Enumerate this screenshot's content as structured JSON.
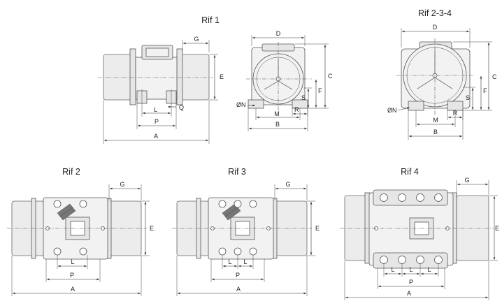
{
  "titles": {
    "rif1": "Rif 1",
    "rif234": "Rif 2-3-4",
    "rif2": "Rif 2",
    "rif3": "Rif 3",
    "rif4": "Rif 4"
  },
  "labels": {
    "A": "A",
    "B": "B",
    "C": "C",
    "D": "D",
    "E": "E",
    "F": "F",
    "G": "G",
    "L": "L",
    "M": "M",
    "P": "P",
    "Q": "Q",
    "R": "R",
    "S": "S",
    "N": "ØN"
  }
}
